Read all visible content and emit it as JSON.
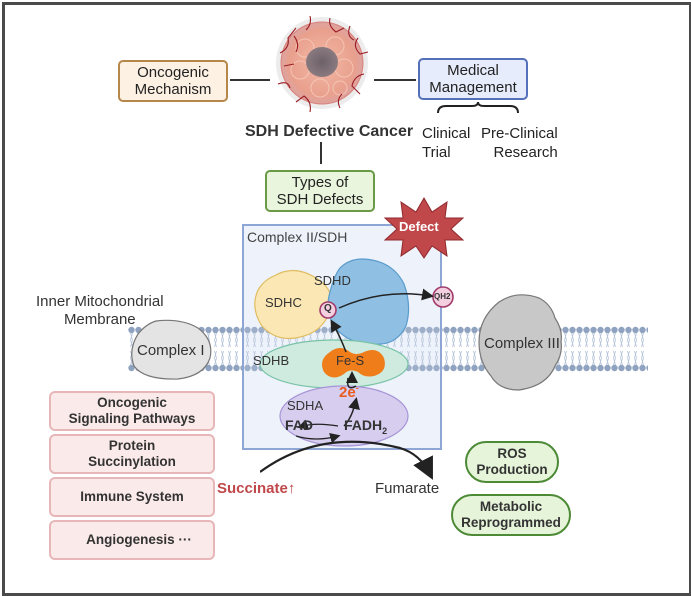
{
  "top": {
    "oncogenic_mechanism": [
      "Oncogenic",
      "Mechanism"
    ],
    "cancer_label": "SDH Defective Cancer",
    "medical_management": [
      "Medical",
      "Management"
    ],
    "clinical_trial": [
      "Clinical",
      "Trial"
    ],
    "preclinical_research": [
      "Pre-Clinical",
      "Research"
    ],
    "types_of_defects": [
      "Types of",
      "SDH Defects"
    ],
    "defect_badge": "Defect"
  },
  "complex": {
    "title": "Complex II/SDH",
    "subunits": {
      "sdha": "SDHA",
      "sdhb": "SDHB",
      "sdhc": "SDHC",
      "sdhd": "SDHD"
    },
    "fes": "Fe-S",
    "q": "Q",
    "qh2": "QH2",
    "electrons": "2e",
    "electrons_sup": "-",
    "fad": "FAD",
    "fadh2": "FADH",
    "fadh2_sub": "2"
  },
  "membrane": {
    "label": [
      "Inner Mitochondrial",
      "Membrane"
    ],
    "complex_i": "Complex I",
    "complex_iii": "Complex III"
  },
  "reaction": {
    "succinate": "Succinate↑",
    "fumarate": "Fumarate"
  },
  "effects_left": [
    [
      "Oncogenic",
      "Signaling Pathways"
    ],
    [
      "Protein",
      "Succinylation"
    ],
    [
      "Immune System"
    ],
    [
      "Angiogenesis ···"
    ]
  ],
  "effects_right": [
    [
      "ROS",
      "Production"
    ],
    [
      "Metabolic",
      "Reprogrammed"
    ]
  ],
  "colors": {
    "succinate": "#c0474a",
    "electron": "#e85d1f",
    "fes": "#ef7d1a",
    "defect": "#c0474a"
  }
}
